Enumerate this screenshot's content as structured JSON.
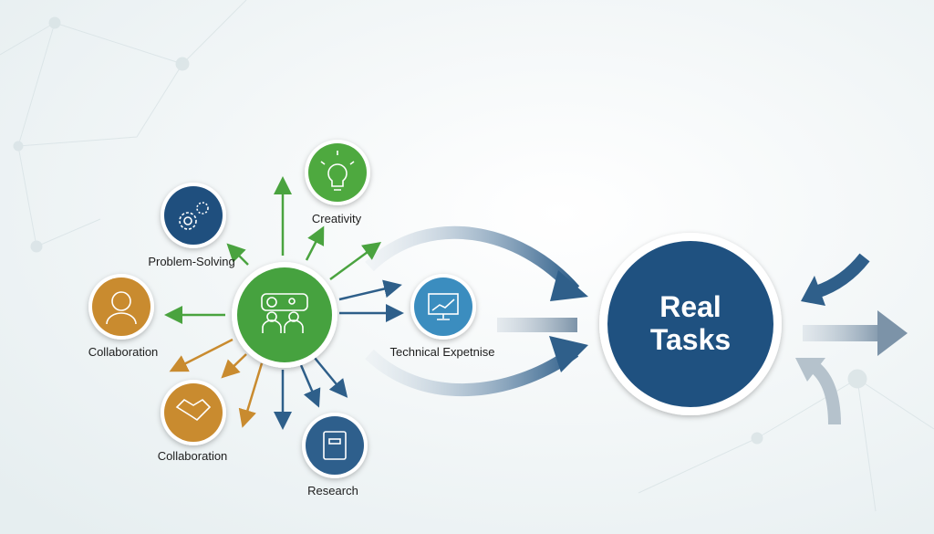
{
  "hub": {
    "icon": "team-meeting-icon",
    "color": "#46a23f"
  },
  "nodes": [
    {
      "label": "Creativity",
      "icon": "lightbulb-icon",
      "color": "#4ea93f"
    },
    {
      "label": "Problem-Solving",
      "icon": "gears-icon",
      "color": "#1f4f7e"
    },
    {
      "label": "Collaboration",
      "icon": "person-icon",
      "color": "#c98b2f"
    },
    {
      "label": "Collaboration",
      "icon": "handshake-icon",
      "color": "#c98b2f"
    },
    {
      "label": "Research",
      "icon": "book-icon",
      "color": "#2e5f8c"
    },
    {
      "label": "Technical Expetnise",
      "icon": "monitor-chart-icon",
      "color": "#3b8dbf"
    }
  ],
  "target": {
    "line1": "Real",
    "line2": "Tasks",
    "color": "#1f5180"
  }
}
